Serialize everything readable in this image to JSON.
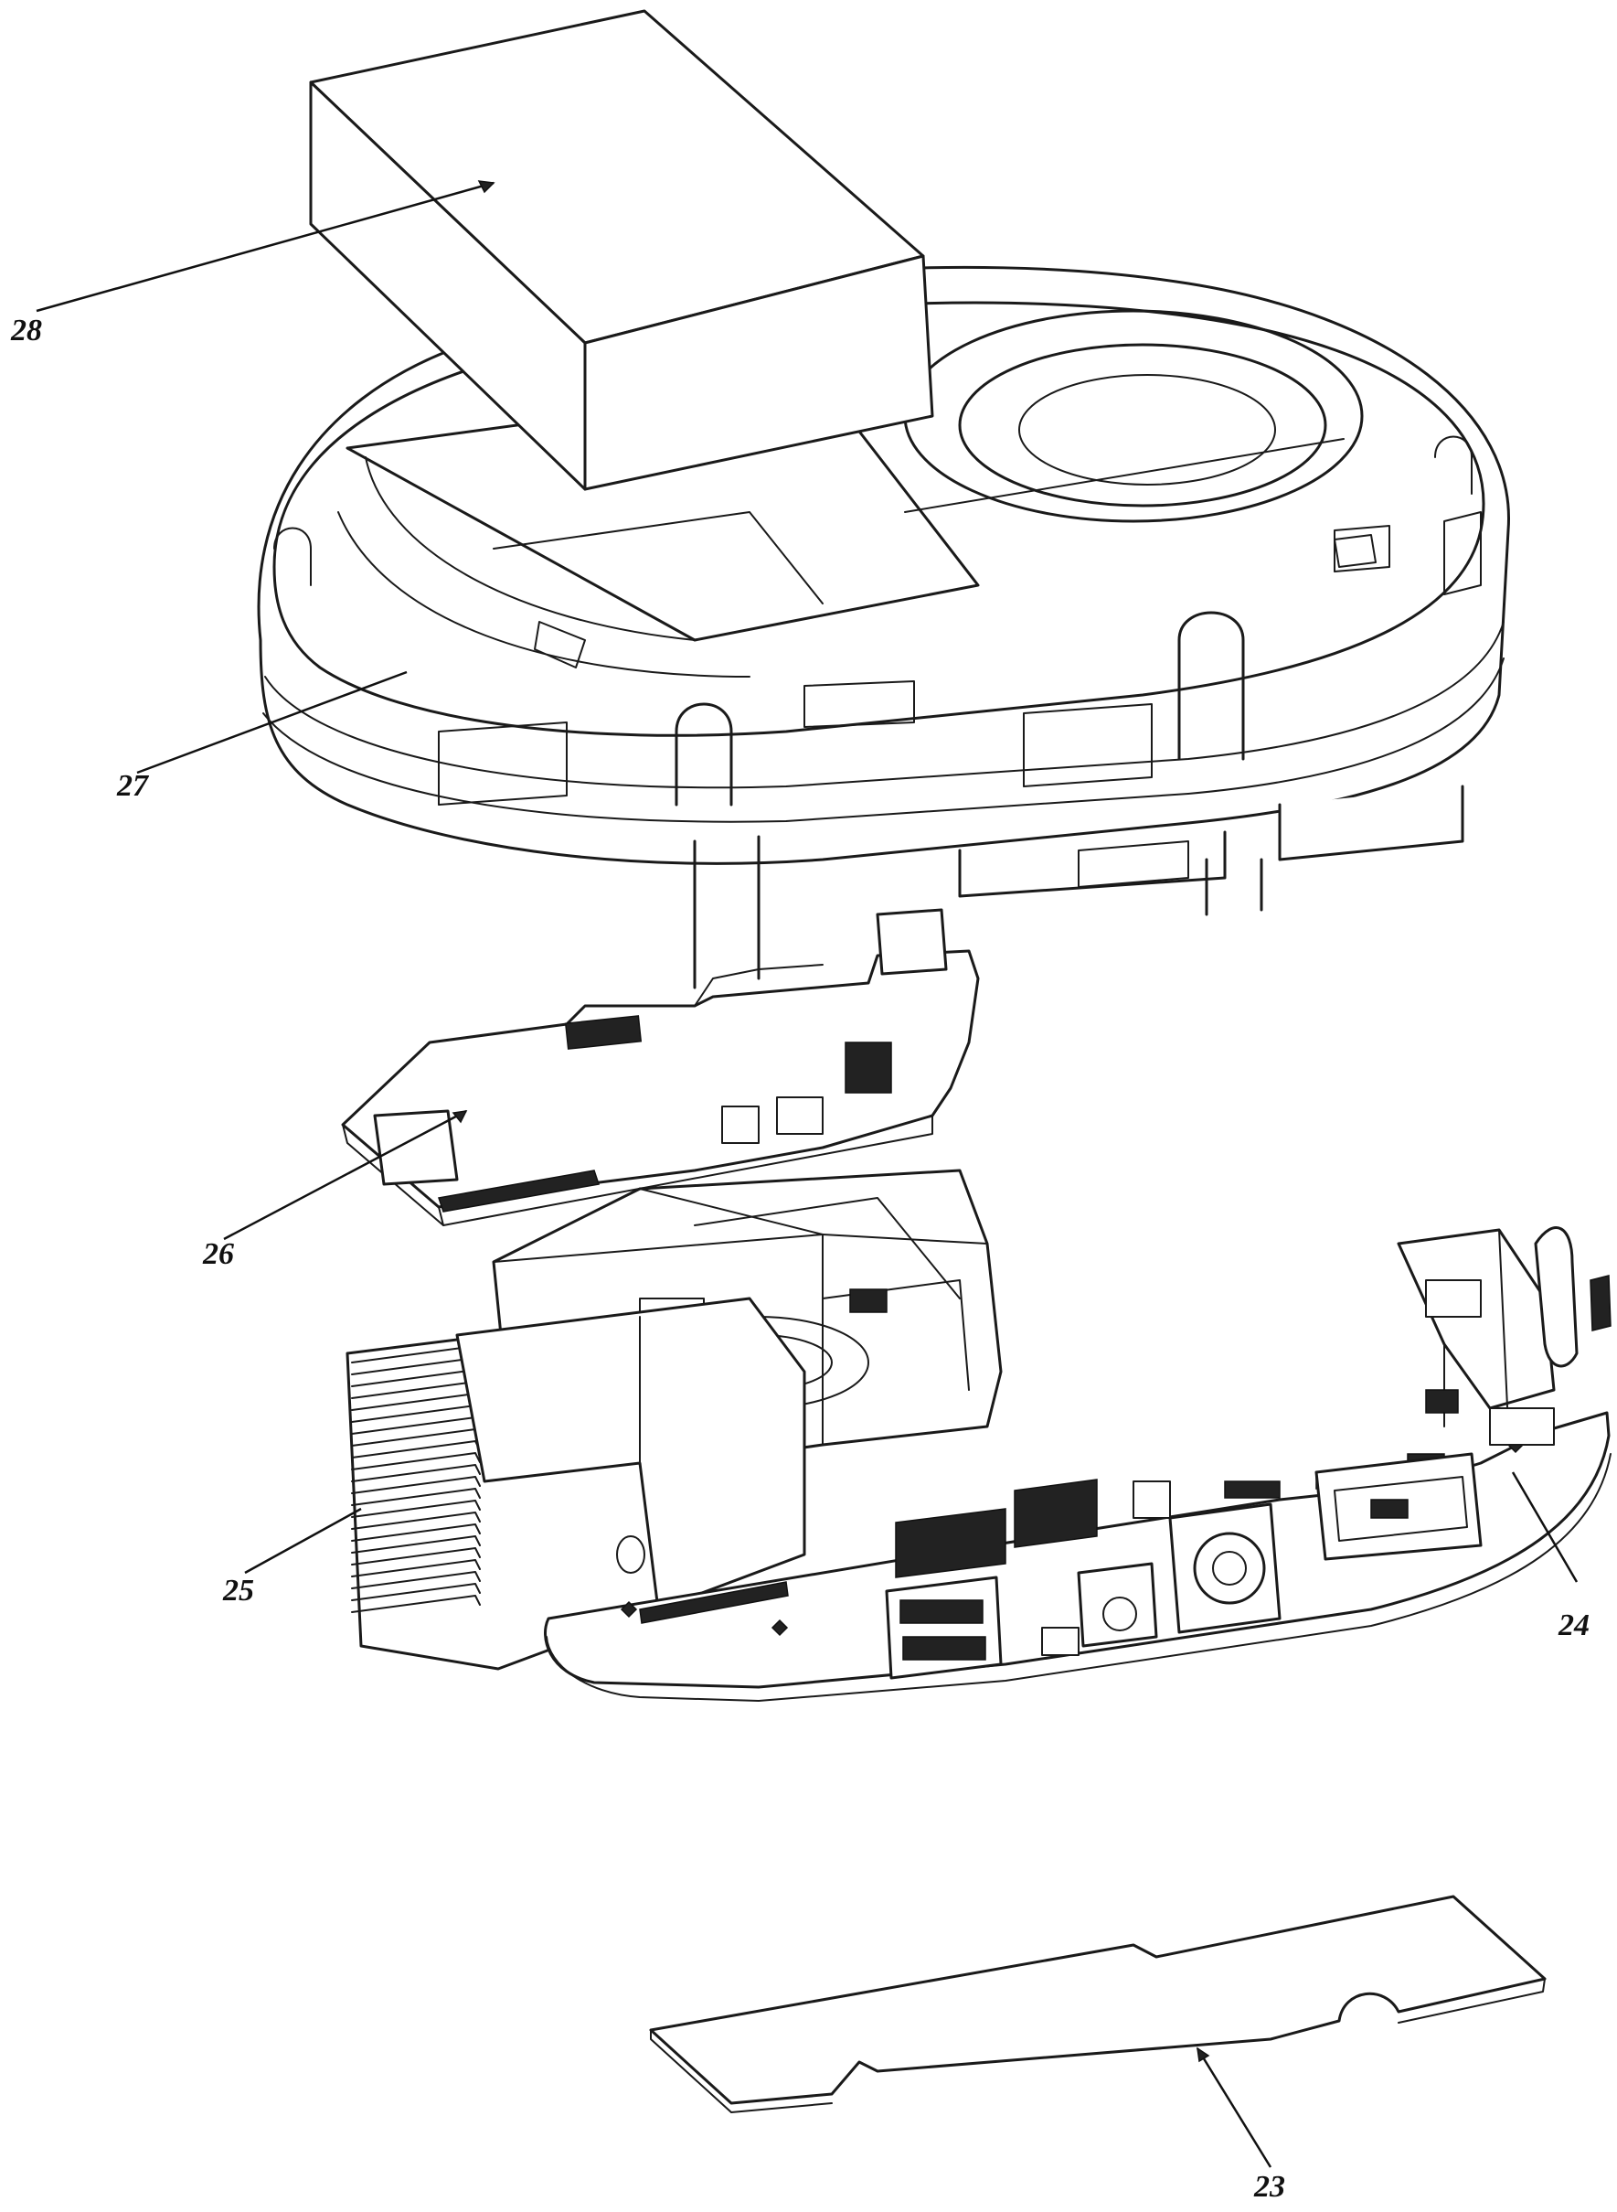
{
  "figure": {
    "labels": [
      {
        "id": "28",
        "text": "28"
      },
      {
        "id": "27",
        "text": "27"
      },
      {
        "id": "26",
        "text": "26"
      },
      {
        "id": "25",
        "text": "25"
      },
      {
        "id": "24",
        "text": "24"
      },
      {
        "id": "23",
        "text": "23"
      }
    ],
    "colors": {
      "line": "#1a1a1a",
      "background": "#ffffff"
    }
  }
}
